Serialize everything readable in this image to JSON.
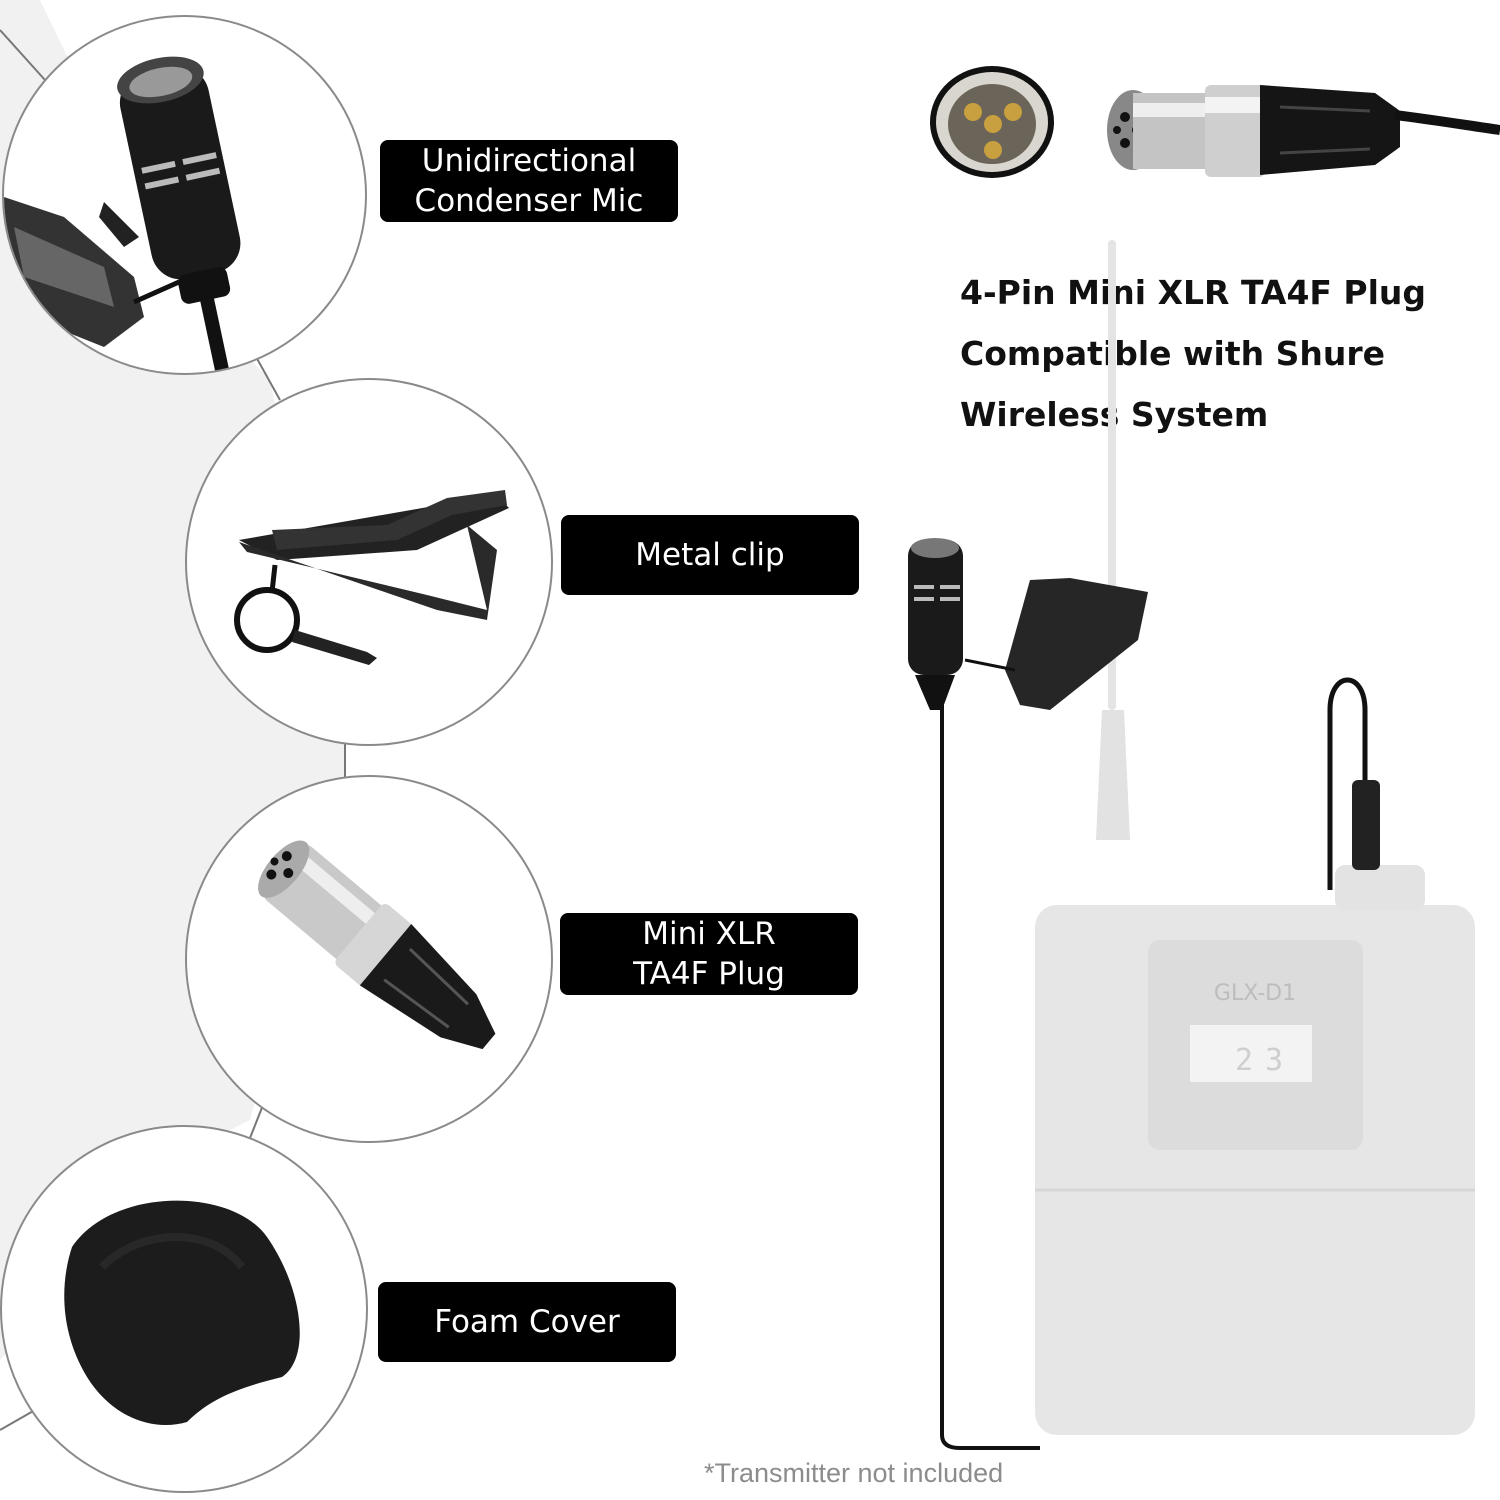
{
  "features": [
    {
      "id": "mic",
      "label_lines": [
        "Unidirectional",
        "Condenser Mic"
      ],
      "icon": "lavalier-mic-icon"
    },
    {
      "id": "clip",
      "label_lines": [
        "Metal clip"
      ],
      "icon": "tie-clip-icon"
    },
    {
      "id": "plug",
      "label_lines": [
        "Mini XLR",
        "TA4F Plug"
      ],
      "icon": "mini-xlr-plug-icon"
    },
    {
      "id": "foam",
      "label_lines": [
        "Foam Cover"
      ],
      "icon": "foam-windscreen-icon"
    }
  ],
  "headline": {
    "lines": [
      "4-Pin Mini XLR TA4F Plug",
      "Compatible with Shure",
      "Wireless System"
    ]
  },
  "transmitter": {
    "model": "GLX-D1",
    "display_values": [
      "2",
      "3"
    ]
  },
  "footnote": "*Transmitter not included",
  "colors": {
    "label_bg": "#000000",
    "label_text": "#ffffff",
    "panel_bg": "#f1f1f1",
    "circle_border": "#8a8a8a",
    "transmitter_ghost": "#e6e6e6",
    "footnote": "#8c8c8c"
  }
}
